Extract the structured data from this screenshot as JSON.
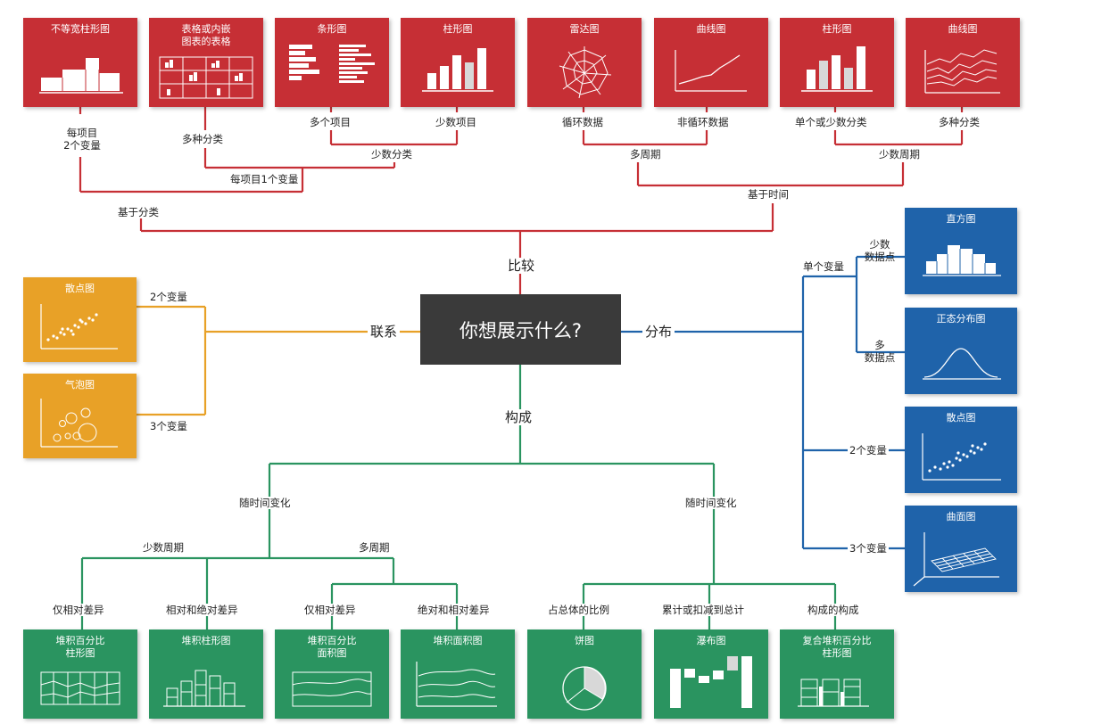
{
  "center_question": "你想展示什么?",
  "branches": {
    "comparison": "比较",
    "relationship": "联系",
    "distribution": "分布",
    "composition": "构成"
  },
  "comparison": {
    "by_category": "基于分类",
    "by_time": "基于时间",
    "one_var_per_item": "每项目1个变量",
    "two_vars_per_item": "每项目\n2个变量",
    "many_categories": "多种分类",
    "few_categories": "少数分类",
    "many_items": "多个项目",
    "few_items": "少数项目",
    "many_periods": "多周期",
    "few_periods": "少数周期",
    "cyclic": "循环数据",
    "non_cyclic": "非循环数据",
    "single_or_few": "单个或少数分类",
    "multi_category": "多种分类",
    "cards": [
      "不等宽柱形图",
      "表格或内嵌\n图表的表格",
      "条形图",
      "柱形图",
      "雷达图",
      "曲线图",
      "柱形图",
      "曲线图"
    ]
  },
  "relationship": {
    "two_vars": "2个变量",
    "three_vars": "3个变量",
    "cards": [
      "散点图",
      "气泡图"
    ]
  },
  "distribution": {
    "single_var": "单个变量",
    "few_points": "少数\n数据点",
    "many_points": "多\n数据点",
    "two_vars": "2个变量",
    "three_vars": "3个变量",
    "cards": [
      "直方图",
      "正态分布图",
      "散点图",
      "曲面图"
    ]
  },
  "composition": {
    "over_time_left": "随时间变化",
    "over_time_right": "随时间变化",
    "few_periods": "少数周期",
    "many_periods": "多周期",
    "leaves": [
      "仅相对差异",
      "相对和绝对差异",
      "仅相对差异",
      "绝对和相对差异",
      "占总体的比例",
      "累计或扣减到总计",
      "构成的构成"
    ],
    "cards": [
      "堆积百分比\n柱形图",
      "堆积柱形图",
      "堆积百分比\n面积图",
      "堆积面积图",
      "饼图",
      "瀑布图",
      "复合堆积百分比\n柱形图"
    ]
  },
  "colors": {
    "comparison": "#c62f35",
    "relationship": "#e8a127",
    "distribution": "#1f63aa",
    "composition": "#2a9460",
    "center": "#3a3a3a"
  }
}
